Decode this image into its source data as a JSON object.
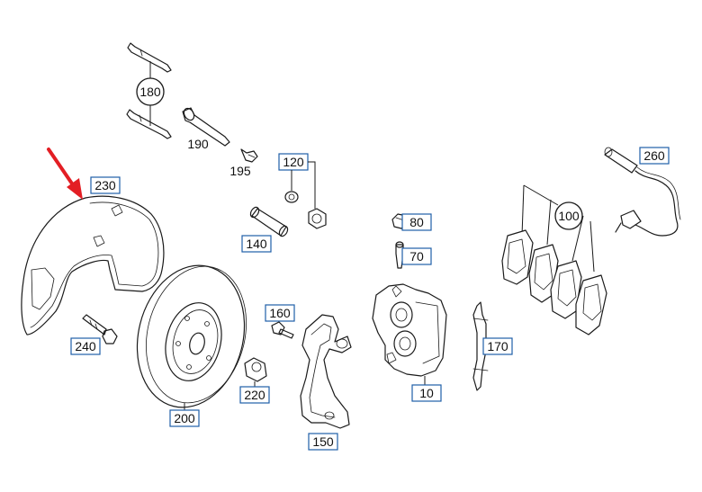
{
  "labels": {
    "p180": "180",
    "p190": "190",
    "p195": "195",
    "p120": "120",
    "p230": "230",
    "p140": "140",
    "p80": "80",
    "p70": "70",
    "p100": "100",
    "p260": "260",
    "p160": "160",
    "p240": "240",
    "p220": "220",
    "p200": "200",
    "p150": "150",
    "p10": "10",
    "p170": "170"
  },
  "colors": {
    "arrow": "#e31e24",
    "label_box_border": "#1f5fa8",
    "line": "#1a1a1a"
  },
  "icons": {
    "highlight_arrow": "red-arrow-icon"
  }
}
